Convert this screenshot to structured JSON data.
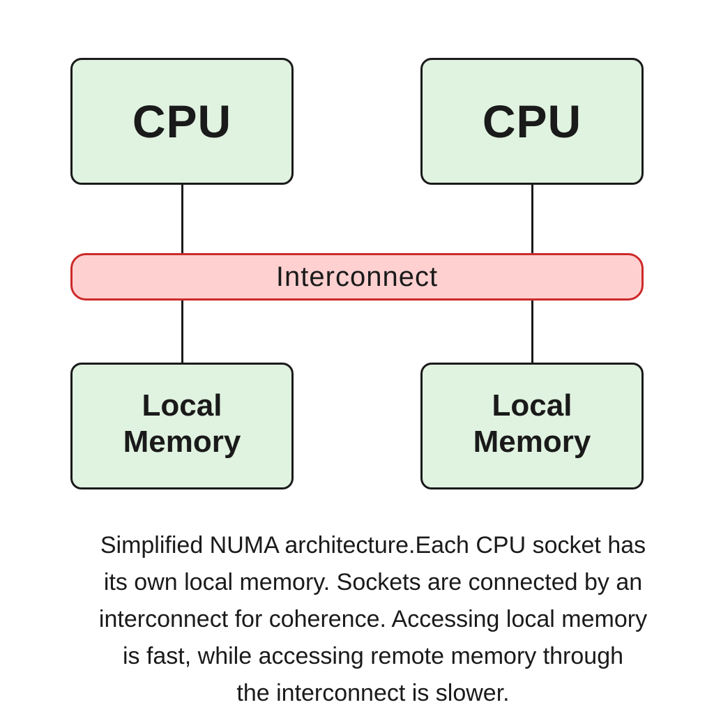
{
  "diagram": {
    "colors": {
      "node_fill": "#e0f2e0",
      "interconnect_fill": "#ffd0d0",
      "interconnect_border": "#cc2a2a",
      "stroke": "#1a1a1a"
    },
    "nodes": [
      {
        "cpu_label": "CPU",
        "memory_label_line1": "Local",
        "memory_label_line2": "Memory"
      },
      {
        "cpu_label": "CPU",
        "memory_label_line1": "Local",
        "memory_label_line2": "Memory"
      }
    ],
    "interconnect_label": "Interconnect"
  },
  "caption": {
    "lines": [
      "Simplified NUMA architecture.Each CPU socket has",
      "its own local memory. Sockets are connected by an",
      "interconnect for coherence. Accessing local memory",
      "is fast, while accessing remote memory through",
      "the interconnect is slower."
    ]
  }
}
